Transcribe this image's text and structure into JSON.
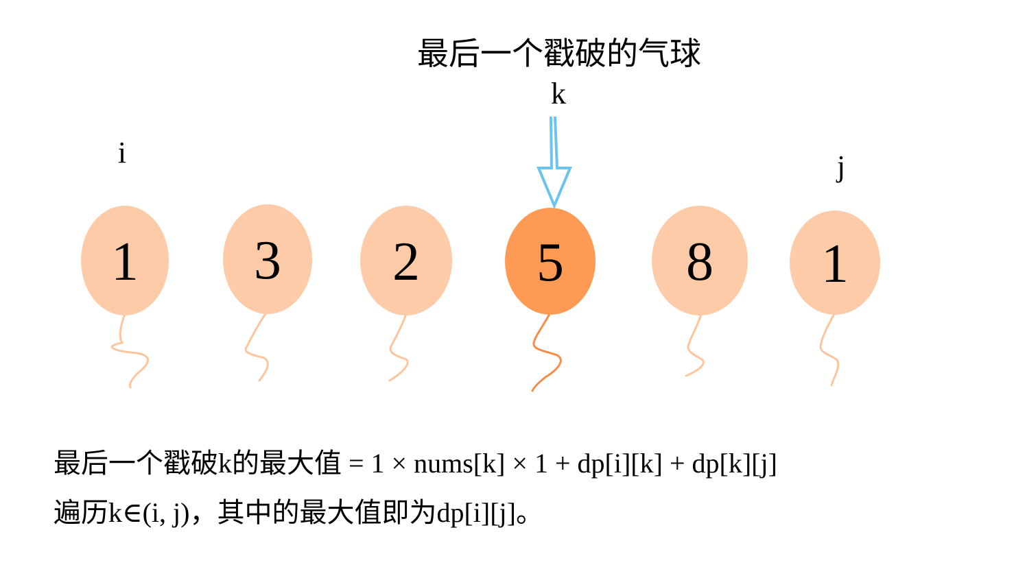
{
  "title": "最后一个戳破的气球",
  "markers": {
    "k": "k",
    "i": "i",
    "j": "j"
  },
  "balloons": [
    {
      "value": "1",
      "highlighted": false
    },
    {
      "value": "3",
      "highlighted": false
    },
    {
      "value": "2",
      "highlighted": false
    },
    {
      "value": "5",
      "highlighted": true
    },
    {
      "value": "8",
      "highlighted": false
    },
    {
      "value": "1",
      "highlighted": false
    }
  ],
  "colors": {
    "balloon": "#fdcba7",
    "balloon_highlight": "#ff9a55",
    "string": "#fcc59d",
    "string_highlight": "#f98c48",
    "arrow": "#6cc4ec"
  },
  "caption": {
    "line1": "最后一个戳破k的最大值 = 1 × nums[k] × 1 + dp[i][k] + dp[k][j]",
    "line2": "遍历k∈(i, j)，其中的最大值即为dp[i][j]。"
  }
}
